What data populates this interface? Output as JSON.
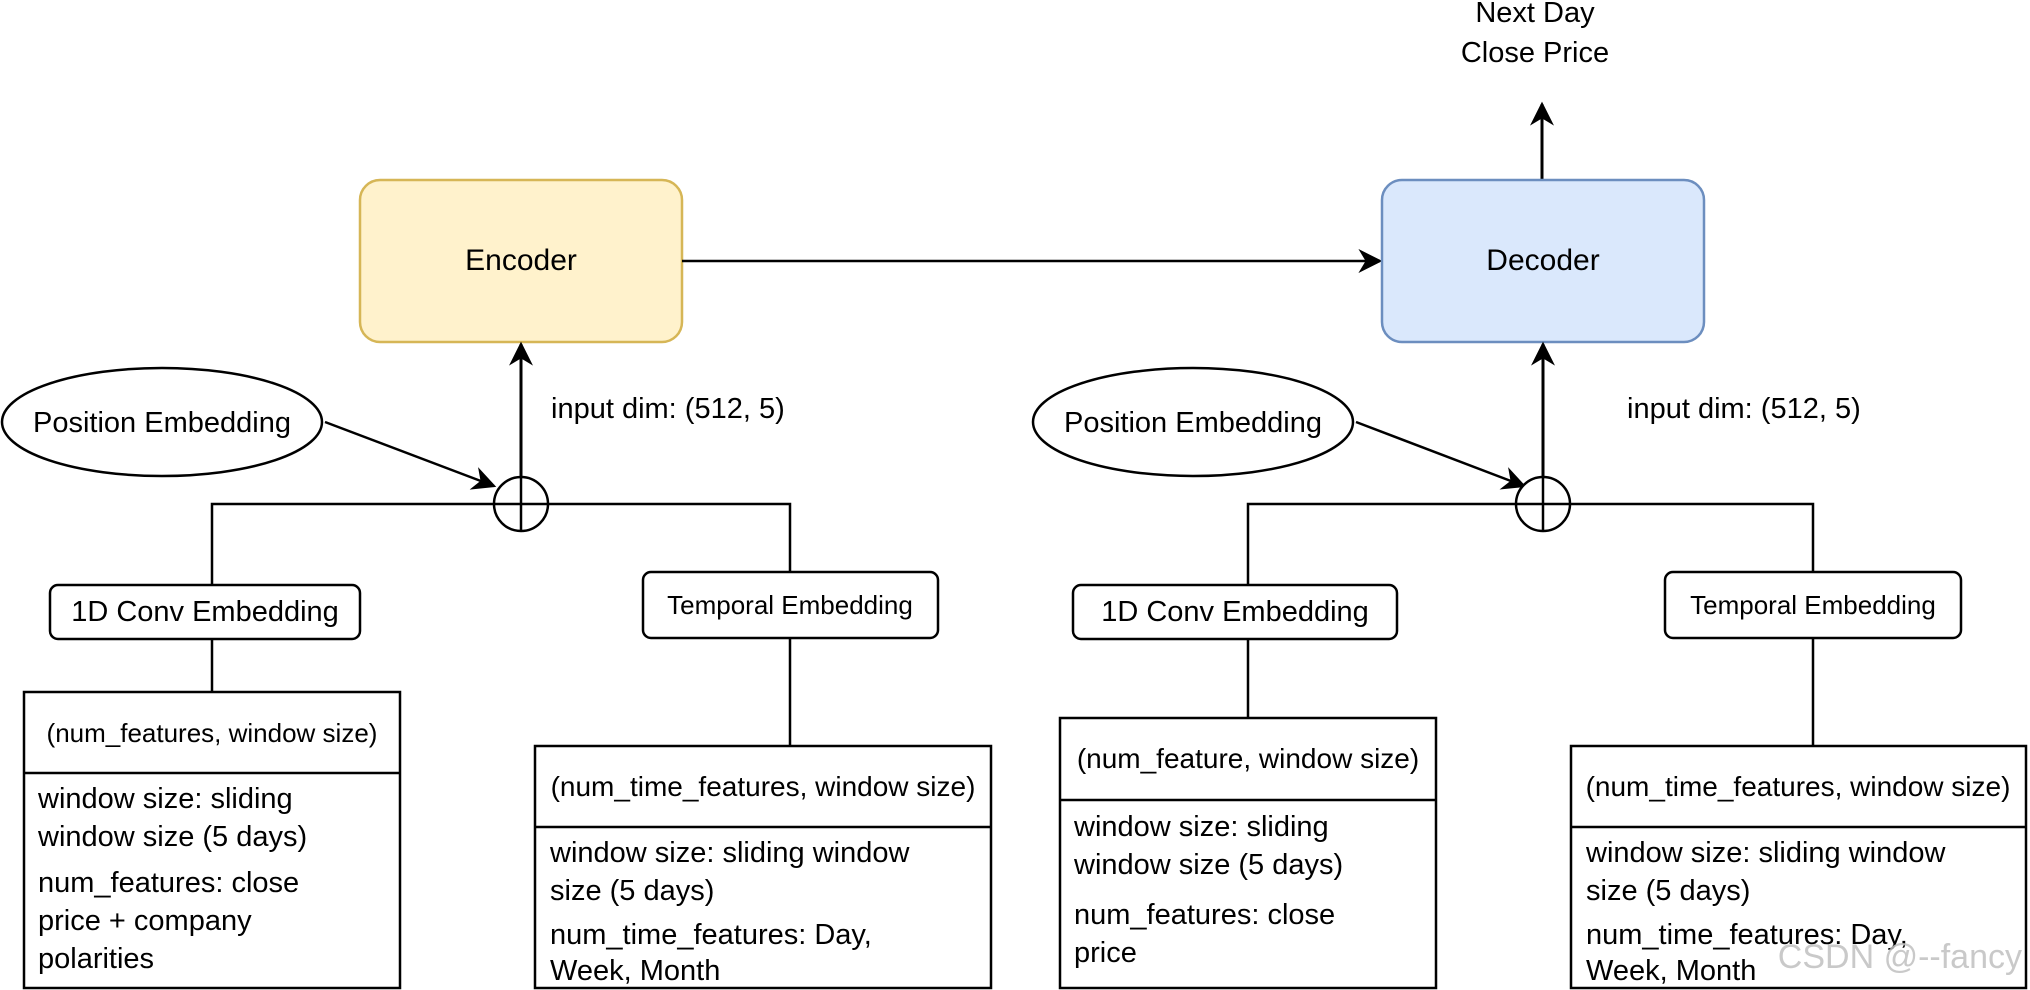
{
  "output": {
    "line1": "Next Day",
    "line2": "Close Price"
  },
  "encoder": {
    "label": "Encoder",
    "fill": "#fff2cc",
    "stroke": "#d6b656",
    "input_dim": "input dim: (512, 5)",
    "position_embedding": "Position Embedding",
    "conv_embedding": "1D Conv Embedding",
    "temporal_embedding": "Temporal Embedding",
    "conv_table": {
      "header": "(num_features, window size)",
      "row1": [
        "window size: sliding",
        "window size (5 days)"
      ],
      "row2": [
        "num_features: close",
        "price + company",
        "polarities"
      ]
    },
    "temporal_table": {
      "header": "(num_time_features, window size)",
      "row1": [
        "window size: sliding window",
        "size (5 days)"
      ],
      "row2": [
        "num_time_features: Day,",
        "Week, Month"
      ]
    }
  },
  "decoder": {
    "label": "Decoder",
    "fill": "#dae8fc",
    "stroke": "#6c8ebf",
    "input_dim": "input dim: (512, 5)",
    "position_embedding": "Position Embedding",
    "conv_embedding": "1D Conv Embedding",
    "temporal_embedding": "Temporal Embedding",
    "conv_table": {
      "header": "(num_feature, window size)",
      "row1": [
        "window size: sliding",
        "window size (5 days)"
      ],
      "row2": [
        "num_features: close",
        "price"
      ]
    },
    "temporal_table": {
      "header": "(num_time_features, window size)",
      "row1": [
        "window size: sliding window",
        "size (5 days)"
      ],
      "row2": [
        "num_time_features: Day,",
        "Week, Month"
      ]
    }
  },
  "watermark": "CSDN @--fancy"
}
